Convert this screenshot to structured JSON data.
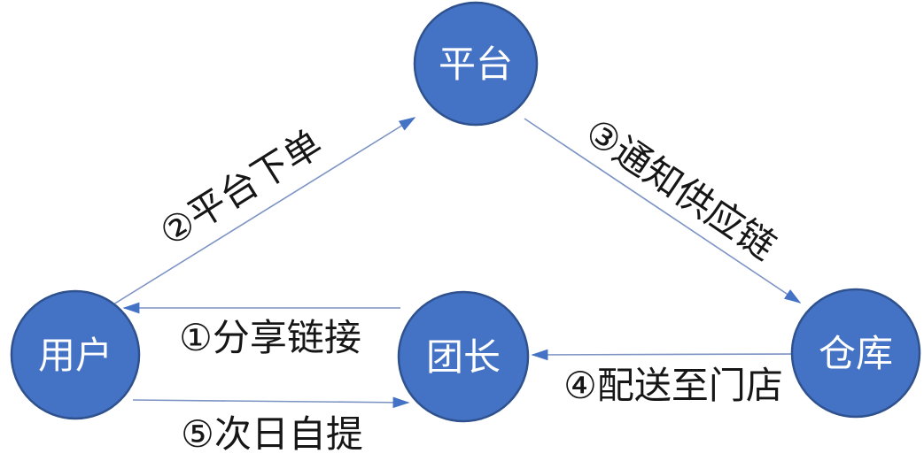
{
  "diagram": {
    "type": "flow-diagram",
    "background": "#ffffff",
    "nodes": [
      {
        "id": "platform",
        "label": "平台"
      },
      {
        "id": "user",
        "label": "用户"
      },
      {
        "id": "leader",
        "label": "团长"
      },
      {
        "id": "warehouse",
        "label": "仓库"
      }
    ],
    "edges": [
      {
        "id": "share-link",
        "label": "①分享链接",
        "from": "leader",
        "to": "user"
      },
      {
        "id": "platform-order",
        "label": "②平台下单",
        "from": "user",
        "to": "platform"
      },
      {
        "id": "notify-supply-chain",
        "label": "③通知供应链",
        "from": "platform",
        "to": "warehouse"
      },
      {
        "id": "deliver-to-store",
        "label": "④配送至门店",
        "from": "warehouse",
        "to": "leader"
      },
      {
        "id": "next-day-pickup",
        "label": "⑤次日自提",
        "from": "user",
        "to": "leader"
      }
    ],
    "colors": {
      "node_fill": "#4472C4",
      "node_border": "#2F528F",
      "node_text": "#FFFFFF",
      "connector": "#7C93C4",
      "arrowhead": "#4472C4",
      "label_text": "#161616"
    }
  }
}
